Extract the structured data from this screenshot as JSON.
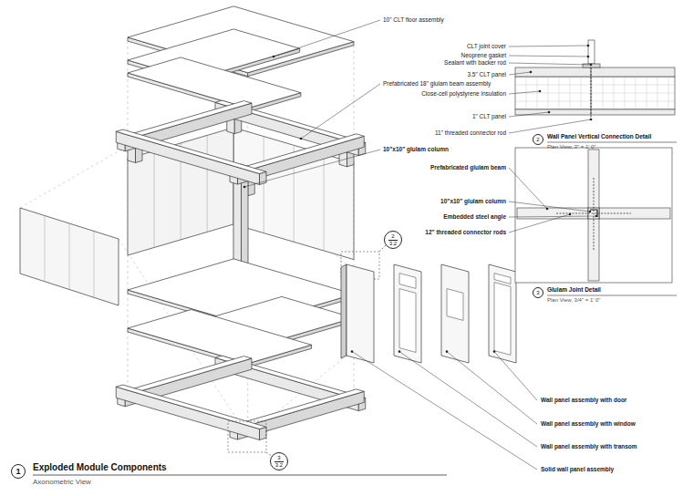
{
  "diagram": {
    "nodes": [
      {
        "text": [
          "2"
        ]
      },
      {
        "text": [
          "2",
          "3.2"
        ]
      },
      {
        "text": [
          "3"
        ]
      },
      {
        "text": [
          "3",
          "3.2"
        ]
      },
      {
        "text": [
          "1"
        ]
      }
    ],
    "labels": [
      "10\" CLT floor assembly",
      "Prefabricated 18\" glulam beam assembly",
      "10\"x10\" glulam column",
      "CLT joint cover",
      "Neoprene gasket",
      "Sealant with backer rod",
      "3.5\" CLT panel",
      "Close-cell polystyrene insulation",
      "1\" CLT panel",
      "11\" threaded connector rod",
      "Wall Panel Vertical Connection Detail",
      "Plan View, 3\" = 1' 0\"",
      "Prefabricated glulam beam",
      "10\"x10\" glulam column",
      "Embedded steel angle",
      "12\" threaded connector rods",
      "Glulam Joint Detail",
      "Plan View, 3/4\" = 1' 0\"",
      "Wall panel assembly with door",
      "Wall panel assembly with window",
      "Wall panel assembly with transom",
      "Solid wall panel assembly",
      "Exploded Module Components",
      "Axonometric View"
    ]
  }
}
